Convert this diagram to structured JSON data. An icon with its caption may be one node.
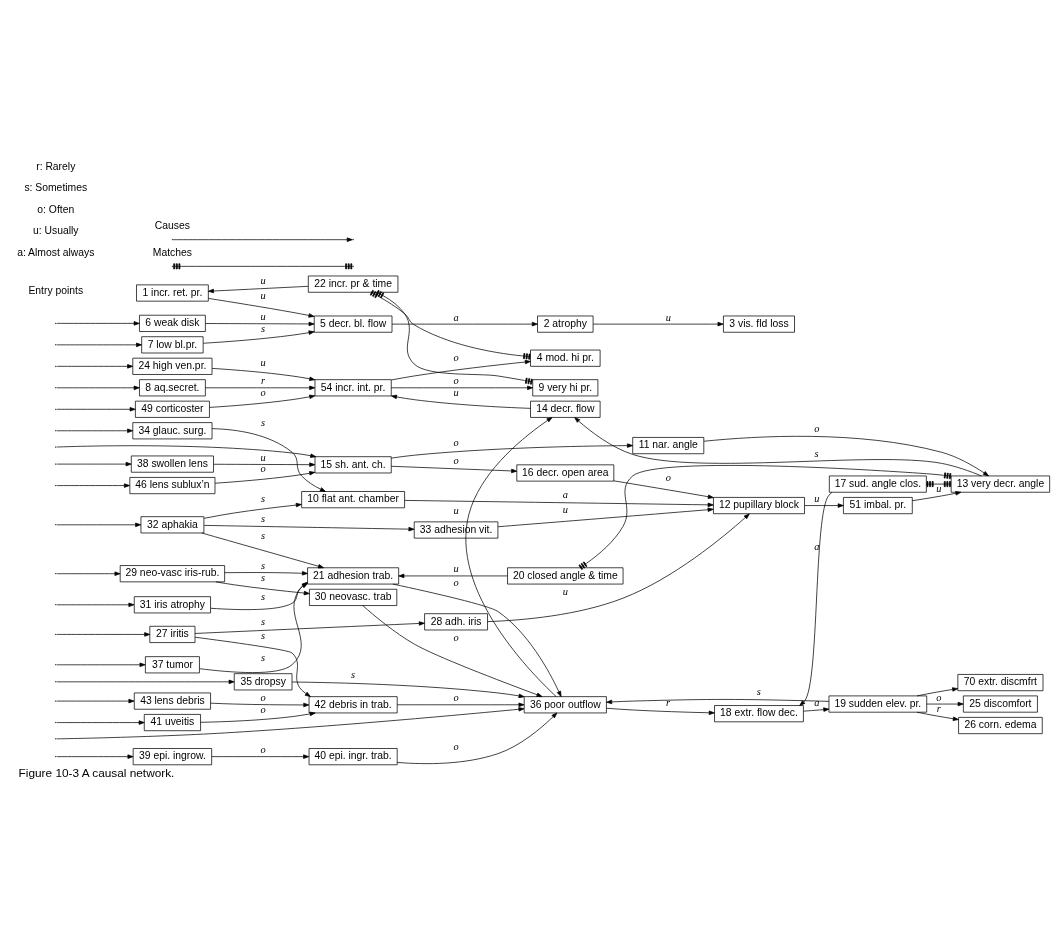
{
  "diagram": {
    "caption": "Figure 10-3 A causal network.",
    "nodes": [
      {
        "text": [
          "5 decr. bl. flow"
        ]
      },
      {
        "text": [
          "2 atrophy"
        ]
      },
      {
        "text": [
          "6 weak disk"
        ]
      },
      {
        "text": [
          "1 incr. ret. pr."
        ]
      },
      {
        "text": [
          "22 incr. pr & time"
        ]
      },
      {
        "text": [
          "3 vis. fld loss"
        ]
      },
      {
        "text": [
          "7 low bl.pr."
        ]
      },
      {
        "text": [
          "8 aq.secret."
        ]
      },
      {
        "text": [
          "4 mod. hi pr."
        ]
      },
      {
        "text": [
          "49 corticoster"
        ]
      },
      {
        "text": [
          "54 incr. int. pr."
        ]
      },
      {
        "text": [
          "9 very hi pr."
        ]
      },
      {
        "text": [
          "14 decr. flow"
        ]
      },
      {
        "text": [
          "24 high ven.pr."
        ]
      },
      {
        "text": [
          "11 nar. angle"
        ]
      },
      {
        "text": [
          "13 very decr. angle"
        ]
      },
      {
        "text": [
          "15 sh. ant. ch."
        ]
      },
      {
        "text": [
          "16 decr. open area"
        ]
      },
      {
        "text": [
          "38 swollen lens"
        ]
      },
      {
        "text": [
          "51 imbal. pr."
        ]
      },
      {
        "text": [
          "46 lens sublux’n"
        ]
      },
      {
        "text": [
          "10 flat ant. chamber"
        ]
      },
      {
        "text": [
          "34 glauc. surg."
        ]
      },
      {
        "text": [
          "20 closed angle & time"
        ]
      },
      {
        "text": [
          "32 aphakia"
        ]
      },
      {
        "text": [
          "33 adhesion vit."
        ]
      },
      {
        "text": [
          "12 pupillary block"
        ]
      },
      {
        "text": [
          "37 tumor"
        ]
      },
      {
        "text": [
          "19 sudden elev. pr."
        ]
      },
      {
        "text": [
          "21 adhesion trab."
        ]
      },
      {
        "text": [
          "25 discomfort"
        ]
      },
      {
        "text": [
          "31 iris atrophy"
        ]
      },
      {
        "text": [
          "26 corn. edema"
        ]
      },
      {
        "text": [
          "29 neo-vasc iris-rub."
        ]
      },
      {
        "text": [
          "17 sud. angle clos."
        ]
      },
      {
        "text": [
          "39 epi. ingrow."
        ]
      },
      {
        "text": [
          "30 neovasc. trab"
        ]
      },
      {
        "text": [
          "18 extr. flow dec."
        ]
      },
      {
        "text": [
          "70 extr. discmfrt"
        ]
      },
      {
        "text": [
          "40 epi. ingr. trab."
        ]
      },
      {
        "text": [
          "35 dropsy"
        ]
      },
      {
        "text": [
          "36 poor outflow"
        ]
      },
      {
        "text": [
          "27 iritis"
        ]
      },
      {
        "text": [
          "28 adh. iris"
        ]
      },
      {
        "text": [
          "41 uveitis"
        ]
      },
      {
        "text": [
          "42 debris in trab."
        ]
      },
      {
        "text": [
          "43 lens debris"
        ]
      }
    ],
    "edges": [
      {
        "from": null,
        "to": 2,
        "arrow": "to"
      },
      {
        "from": null,
        "to": 6,
        "arrow": "to"
      },
      {
        "from": null,
        "to": 7,
        "arrow": "to"
      },
      {
        "from": null,
        "to": 9,
        "arrow": "to"
      },
      {
        "from": null,
        "to": 13,
        "arrow": "to"
      },
      {
        "from": null,
        "to": 16,
        "arrow": "to"
      },
      {
        "from": null,
        "to": 18,
        "arrow": "to"
      },
      {
        "from": null,
        "to": 20,
        "arrow": "to"
      },
      {
        "from": null,
        "to": 22,
        "arrow": "to"
      },
      {
        "from": null,
        "to": 24,
        "arrow": "to"
      },
      {
        "from": null,
        "to": 27,
        "arrow": "to"
      },
      {
        "from": null,
        "to": 31,
        "arrow": "to"
      },
      {
        "from": null,
        "to": 33,
        "arrow": "to"
      },
      {
        "from": null,
        "to": 35,
        "arrow": "to"
      },
      {
        "from": null,
        "to": 40,
        "arrow": "to"
      },
      {
        "from": null,
        "to": 41,
        "arrow": "to"
      },
      {
        "from": null,
        "to": 42,
        "arrow": "to"
      },
      {
        "from": null,
        "to": 44,
        "arrow": "to"
      },
      {
        "from": null,
        "to": 46,
        "arrow": "to"
      },
      {
        "from": 2,
        "to": 0,
        "arrow": "to",
        "label": "u"
      },
      {
        "from": 6,
        "to": 0,
        "arrow": "to",
        "label": "s"
      },
      {
        "from": 3,
        "to": 0,
        "arrow": "to",
        "label": "u"
      },
      {
        "from": 0,
        "to": 1,
        "arrow": "to",
        "label": "a"
      },
      {
        "from": 1,
        "to": 5,
        "arrow": "to",
        "label": "u"
      },
      {
        "from": 4,
        "to": 3,
        "arrow": "to",
        "label": "u"
      },
      {
        "from": 4,
        "to": 8,
        "arrow": "other"
      },
      {
        "from": 4,
        "to": 11,
        "arrow": "other"
      },
      {
        "from": 10,
        "to": 8,
        "arrow": "to",
        "label": "o"
      },
      {
        "from": 10,
        "to": 11,
        "arrow": "to",
        "label": "o"
      },
      {
        "from": 7,
        "to": 10,
        "arrow": "to",
        "label": "r"
      },
      {
        "from": 9,
        "to": 10,
        "arrow": "to",
        "label": "o"
      },
      {
        "from": 13,
        "to": 10,
        "arrow": "to",
        "label": "u"
      },
      {
        "from": 12,
        "to": 10,
        "arrow": "to",
        "label": "u"
      },
      {
        "from": 18,
        "to": 16,
        "arrow": "to",
        "label": "u"
      },
      {
        "from": 20,
        "to": 16,
        "arrow": "to",
        "label": "o"
      },
      {
        "from": 16,
        "to": 14,
        "arrow": "to",
        "label": "o"
      },
      {
        "from": 16,
        "to": 17,
        "arrow": "to",
        "label": "o"
      },
      {
        "from": 14,
        "to": 15,
        "arrow": "to",
        "label": "o"
      },
      {
        "from": 15,
        "to": 12,
        "arrow": "to",
        "label": "s"
      },
      {
        "from": 41,
        "to": 12,
        "arrow": "to",
        "label": "u"
      },
      {
        "from": 17,
        "to": 26,
        "arrow": "to",
        "label": "o"
      },
      {
        "from": 21,
        "to": 26,
        "arrow": "to",
        "label": "a"
      },
      {
        "from": 25,
        "to": 26,
        "arrow": "to",
        "label": "u"
      },
      {
        "from": 26,
        "to": 19,
        "arrow": "to",
        "label": "u"
      },
      {
        "from": 19,
        "to": 15,
        "arrow": "to",
        "label": "u"
      },
      {
        "from": 15,
        "to": 23,
        "arrow": "other"
      },
      {
        "from": 15,
        "to": 34,
        "arrow": "other"
      },
      {
        "from": 23,
        "to": 29,
        "arrow": "to",
        "label": "u"
      },
      {
        "from": 22,
        "to": 21,
        "arrow": "to",
        "label": "s"
      },
      {
        "from": 24,
        "to": 21,
        "arrow": "to",
        "label": "s"
      },
      {
        "from": 24,
        "to": 25,
        "arrow": "to",
        "label": "s"
      },
      {
        "from": 24,
        "to": 29,
        "arrow": "to",
        "label": "s"
      },
      {
        "from": 27,
        "to": 29,
        "arrow": "to",
        "label": "s"
      },
      {
        "from": 31,
        "to": 29,
        "arrow": "to",
        "label": "s"
      },
      {
        "from": 33,
        "to": 29,
        "arrow": "to",
        "label": "s"
      },
      {
        "from": 33,
        "to": 36,
        "arrow": "to",
        "label": "s"
      },
      {
        "from": 43,
        "to": 26,
        "arrow": "to",
        "label": "u"
      },
      {
        "from": 29,
        "to": 41,
        "arrow": "to",
        "label": "o"
      },
      {
        "from": 37,
        "to": 28,
        "arrow": "to",
        "label": "a"
      },
      {
        "from": 28,
        "to": 30,
        "arrow": "to",
        "label": "o"
      },
      {
        "from": 28,
        "to": 32,
        "arrow": "to",
        "label": "r"
      },
      {
        "from": 28,
        "to": 38,
        "arrow": "to"
      },
      {
        "from": 28,
        "to": 41,
        "arrow": "to",
        "label": "s"
      },
      {
        "from": 34,
        "to": 37,
        "arrow": "to",
        "label": "a"
      },
      {
        "from": 41,
        "to": 37,
        "arrow": "to",
        "label": "r"
      },
      {
        "from": 36,
        "to": 41,
        "arrow": "to",
        "label": "o"
      },
      {
        "from": 39,
        "to": 41,
        "arrow": "to",
        "label": "o"
      },
      {
        "from": 40,
        "to": 41,
        "arrow": "to",
        "label": "s"
      },
      {
        "from": 45,
        "to": 41,
        "arrow": "to",
        "label": "o"
      },
      {
        "from": 35,
        "to": 39,
        "arrow": "to",
        "label": "o"
      },
      {
        "from": 42,
        "to": 43,
        "arrow": "to",
        "label": "s"
      },
      {
        "from": 42,
        "to": 45,
        "arrow": "to",
        "label": "s"
      },
      {
        "from": 44,
        "to": 45,
        "arrow": "to",
        "label": "o"
      },
      {
        "from": 46,
        "to": 45,
        "arrow": "to",
        "label": "o"
      }
    ],
    "labels": [
      "Entry points",
      "r: Rarely",
      "s: Sometimes",
      "o: Often",
      "u: Usually",
      "a: Almost always"
    ],
    "legend": [
      {
        "text": "Causes"
      },
      {
        "text": "Matches"
      }
    ]
  }
}
